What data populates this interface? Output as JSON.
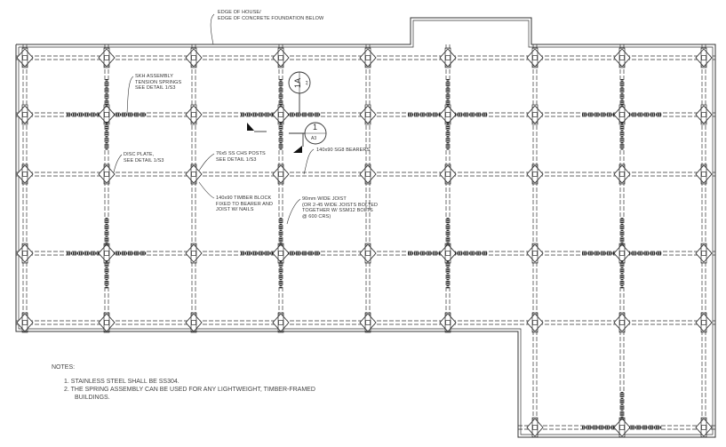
{
  "labels": {
    "edge_of_house": [
      "EDGE OF HOUSE/",
      "EDGE OF CONCRETE FOUNDATION BELOW"
    ],
    "skh_assembly": [
      "SKH ASSEMBLY",
      "TENSION SPRINGS",
      "SEE DETAIL 1/S3"
    ],
    "disc_plate": [
      "DISC PLATE,",
      "SEE DETAIL 1/S3"
    ],
    "posts": [
      "76x5 SS CHS POSTS",
      "SEE DETAIL 1/S3"
    ],
    "bearers": [
      "140x90 SG8 BEARERS"
    ],
    "timber_block": [
      "140x90 TIMBER BLOCK",
      "FIXED TO BEARER AND",
      "JOIST W/ NAILS"
    ],
    "joist": [
      "90mm WIDE JOIST",
      "(OR 2-45 WIDE JOISTS BOLTED",
      "TOGETHER W/ SSM12 BOLTS",
      "@ 600 CRS)"
    ]
  },
  "section_markers": [
    {
      "id": "1A",
      "sheet": "A4"
    },
    {
      "id": "1",
      "sheet": "A3"
    }
  ],
  "notes": {
    "title": "NOTES:",
    "items": [
      "1. STAINLESS STEEL SHALL BE SS304.",
      "2. THE SPRING ASSEMBLY CAN BE USED FOR ANY LIGHTWEIGHT, TIMBER-FRAMED",
      "BUILDINGS."
    ]
  },
  "colors": {
    "line": "#333333",
    "background": "#ffffff"
  }
}
